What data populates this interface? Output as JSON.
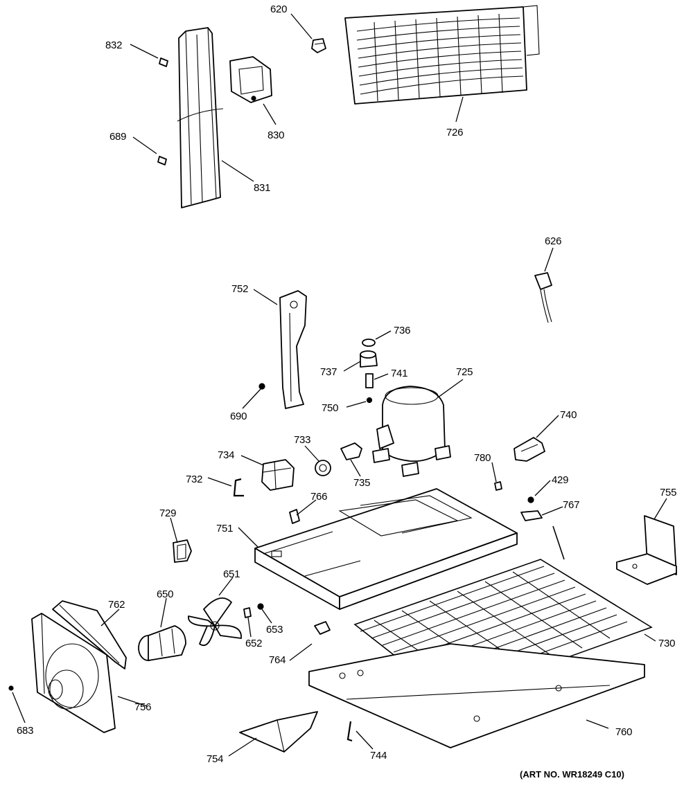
{
  "diagram": {
    "art_number": "(ART NO. WR18249 C10)",
    "callouts": {
      "c620": "620",
      "c832": "832",
      "c830": "830",
      "c726": "726",
      "c689": "689",
      "c831": "831",
      "c626": "626",
      "c752a": "752",
      "c736": "736",
      "c737": "737",
      "c741": "741",
      "c725": "725",
      "c690": "690",
      "c750": "750",
      "c740": "740",
      "c734": "734",
      "c733": "733",
      "c780": "780",
      "c732": "732",
      "c735": "735",
      "c429": "429",
      "c766": "766",
      "c767": "767",
      "c755": "755",
      "c729": "729",
      "c751": "751",
      "c651": "651",
      "c650": "650",
      "c762": "762",
      "c653": "653",
      "c652": "652",
      "c730": "730",
      "c764": "764",
      "c756": "756",
      "c760": "760",
      "c683": "683",
      "c754": "754",
      "c744": "744"
    }
  }
}
